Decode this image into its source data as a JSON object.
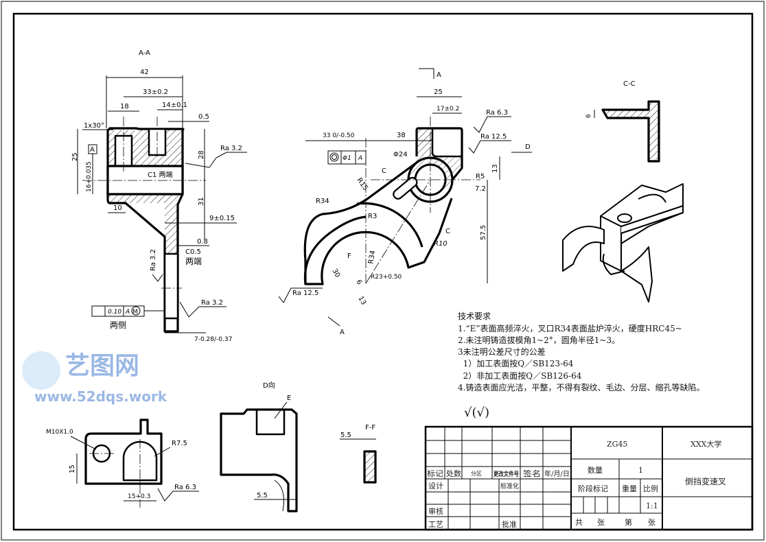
{
  "views": {
    "section_aa": {
      "title": "A-A",
      "dims": [
        "42",
        "33±0.2",
        "18",
        "14±0.1",
        "0.5",
        "1x30°",
        "25",
        "28",
        "16+0.035",
        "C1 两端",
        "31",
        "10",
        "9±0.15",
        "0.8",
        "C0.5",
        "两端",
        "7-0.28/-0.37"
      ],
      "datum": "A",
      "roughness": [
        "Ra 3.2",
        "Ra 3.2",
        "Ra 3.2"
      ],
      "tolerance_frame": {
        "value": "0.10",
        "datum": "A",
        "modifier": "M",
        "note": "两侧"
      }
    },
    "main_view": {
      "section_mark": "A",
      "dims": [
        "25",
        "17±0.2",
        "33 0/-0.50",
        "38",
        "Φ24",
        "13",
        "R5",
        "7.2",
        "R15",
        "R34",
        "R3",
        "R34",
        "57.5",
        "R10",
        "R23+0.50",
        "30",
        "6",
        "13",
        "F",
        "C",
        "C"
      ],
      "roughness": [
        "Ra 6.3",
        "Ra 12.5",
        "Ra 12.5"
      ],
      "position_frame": {
        "value": "Φ1",
        "datum": "A"
      },
      "section_mark_bottom": "A",
      "direction": "D"
    },
    "section_cc": {
      "title": "C-C",
      "dims": [
        "6"
      ]
    },
    "view_d": {
      "title": "D向",
      "dims": [
        "E",
        "5.5"
      ]
    },
    "section_ff": {
      "title": "F-F",
      "dims": [
        "5.5"
      ]
    },
    "view_hole": {
      "dims": [
        "M10X1.0",
        "R7.5",
        "15",
        "15+0.3",
        "Ra 6.3"
      ]
    },
    "tech_requirements": {
      "heading": "技术要求",
      "lines": [
        "1.“E”表面高频淬火，叉口R34表面盐炉淬火，硬度HRC45~",
        "2.未注明铸造拔模角1~2°，圆角半径1~3。",
        "3未注明公差尺寸的公差",
        "  1）加工表面按Q／SB123-64",
        "  2）非加工表面按Q／SB126-64",
        "4.铸造表面应光洁，平整，不得有裂纹、毛边、分层、缩孔等缺陷。"
      ],
      "roughness_symbol": "√(√)"
    },
    "title_block": {
      "material": "ZG45",
      "school": "XXX大学",
      "part_name": "倒挡变速叉",
      "quantity_label": "数量",
      "quantity": "1",
      "stage_label": "阶段标记",
      "weight_label": "重量",
      "scale_label": "比例",
      "scale": "1:1",
      "sheets": [
        "共",
        "张",
        "第",
        "张"
      ],
      "rev_headers": [
        "标记",
        "处数",
        "分区",
        "更改文件号",
        "签名",
        "年/月/日"
      ],
      "design": "设计",
      "standard": "标准化",
      "review": "审核",
      "process": "工艺",
      "approve": "批准"
    },
    "watermark": {
      "logo": "艺图网",
      "url": "www.52dqs.work"
    }
  }
}
